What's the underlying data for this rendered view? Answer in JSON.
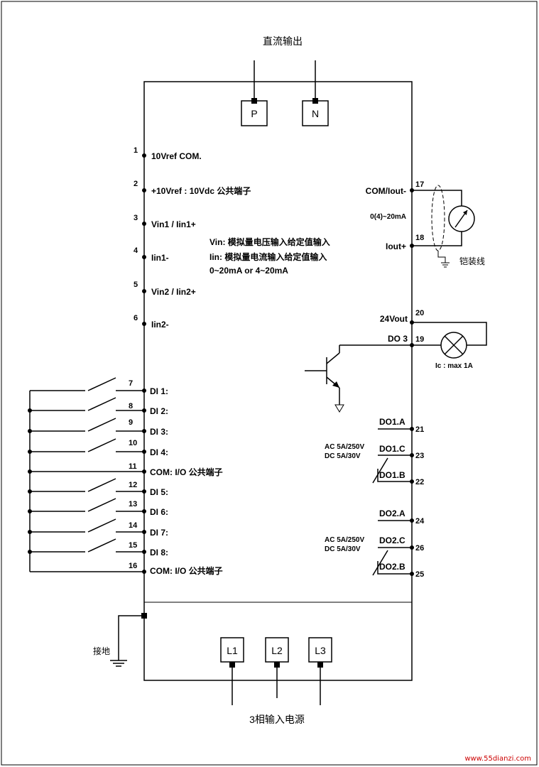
{
  "top_label": "直流输出",
  "bottom_label": "3相输入电源",
  "dc_terminals": [
    "P",
    "N"
  ],
  "input_terminals": [
    "L1",
    "L2",
    "L3"
  ],
  "ground_label": "接地",
  "shield_label": "铠装线",
  "left_terminals": [
    {
      "num": "1",
      "label": "10Vref COM."
    },
    {
      "num": "2",
      "label": "+10Vref : 10Vdc 公共端子"
    },
    {
      "num": "3",
      "label": "Vin1 / Iin1+"
    },
    {
      "num": "4",
      "label": "Iin1-"
    },
    {
      "num": "5",
      "label": "Vin2 / Iin2+"
    },
    {
      "num": "6",
      "label": "Iin2-"
    },
    {
      "num": "7",
      "label": "DI 1:"
    },
    {
      "num": "8",
      "label": "DI 2:"
    },
    {
      "num": "9",
      "label": "DI 3:"
    },
    {
      "num": "10",
      "label": "DI 4:"
    },
    {
      "num": "11",
      "label": "COM: I/O 公共端子"
    },
    {
      "num": "12",
      "label": "DI 5:"
    },
    {
      "num": "13",
      "label": "DI 6:"
    },
    {
      "num": "14",
      "label": "DI 7:"
    },
    {
      "num": "15",
      "label": "DI 8:"
    },
    {
      "num": "16",
      "label": "COM: I/O 公共端子"
    }
  ],
  "notes": [
    "Vin: 模拟量电压输入给定值输入",
    "Iin: 模拟量电流输入给定值输入",
    "0~20mA or 4~20mA"
  ],
  "right_terminals": [
    {
      "num": "17",
      "label": "COM/Iout-"
    },
    {
      "num": "18",
      "label": "Iout+"
    },
    {
      "num": "20",
      "label": "24Vout"
    },
    {
      "num": "19",
      "label": "DO 3"
    },
    {
      "num": "21",
      "label": "DO1.A"
    },
    {
      "num": "23",
      "label": "DO1.C"
    },
    {
      "num": "22",
      "label": "DO1.B"
    },
    {
      "num": "24",
      "label": "DO2.A"
    },
    {
      "num": "26",
      "label": "DO2.C"
    },
    {
      "num": "25",
      "label": "DO2.B"
    }
  ],
  "analog_out_range": "0(4)~20mA",
  "lamp_rating": "Ic : max 1A",
  "relay1_rating": [
    "AC 5A/250V",
    "DC 5A/30V"
  ],
  "relay2_rating": [
    "AC 5A/250V",
    "DC 5A/30V"
  ],
  "watermark": "www.55dianzi.com",
  "colors": {
    "line": "#000000",
    "watermark": "#cc0000"
  }
}
